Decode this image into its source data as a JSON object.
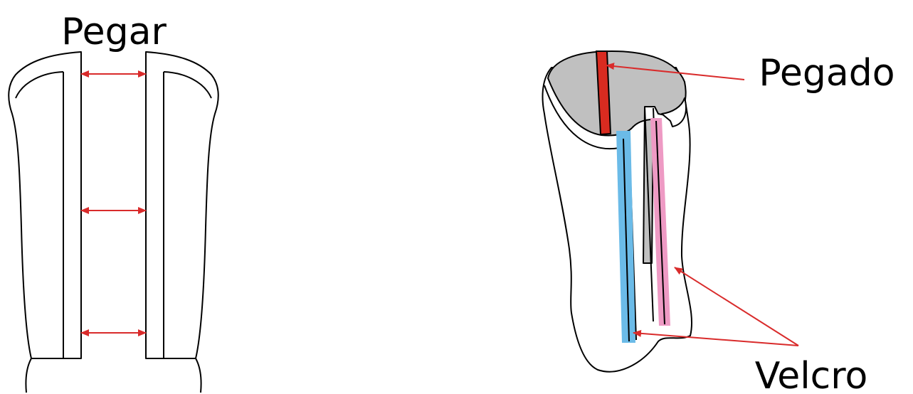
{
  "labels": {
    "pegar": "Pegar",
    "pegado": "Pegado",
    "velcro": "Velcro"
  },
  "colors": {
    "outline": "#000000",
    "arrow": "#d92b2b",
    "glued_strip": "#d92b20",
    "gray_fill": "#c0c0c0",
    "velcro_blue": "#6bbbe8",
    "velcro_pink": "#ee9ac4"
  }
}
